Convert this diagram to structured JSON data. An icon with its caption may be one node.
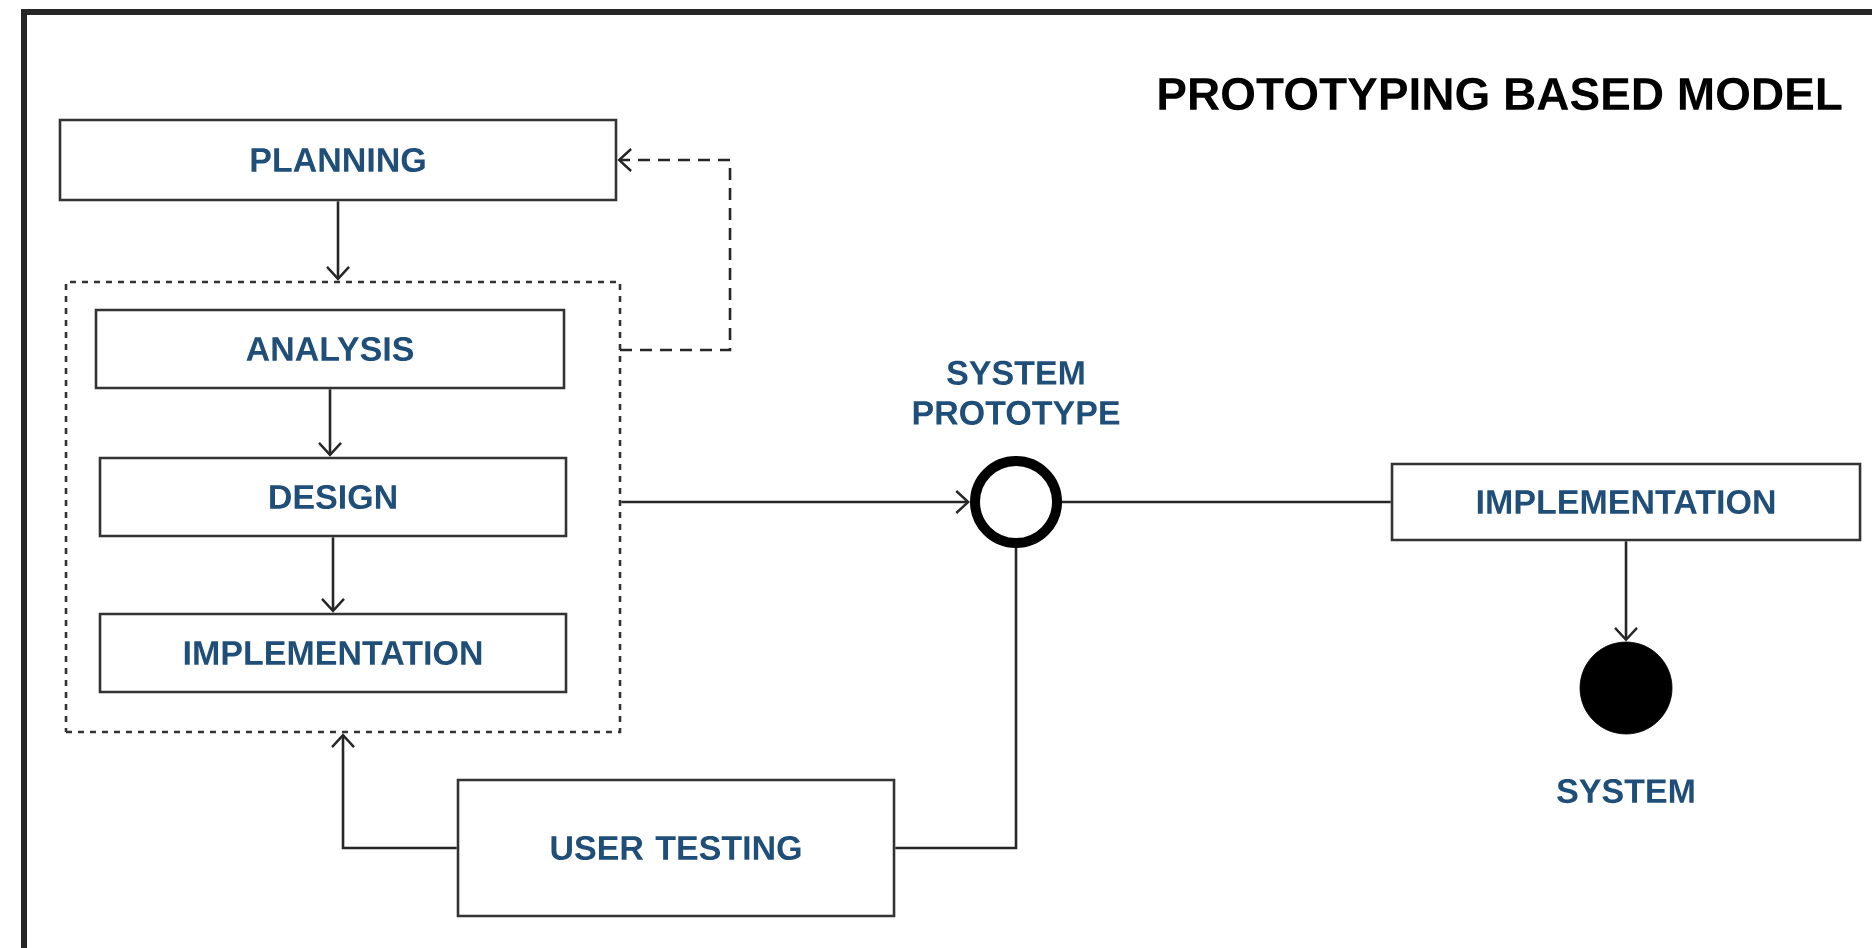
{
  "diagram": {
    "title": "PROTOTYPING BASED MODEL",
    "nodes": [
      {
        "text": [
          "PLANNING"
        ]
      },
      {
        "text": [],
        "shape": "box"
      },
      {
        "text": [
          "ANALYSIS"
        ],
        "in": 1
      },
      {
        "text": [
          "DESIGN"
        ],
        "in": 1
      },
      {
        "text": [
          "IMPLEMENTATION"
        ],
        "in": 1
      },
      {
        "text": [
          "SYSTEM PROTOTYPE"
        ]
      },
      {
        "text": [
          "IMPLEMENTATION"
        ]
      },
      {
        "text": [
          "SYSTEM"
        ]
      },
      {
        "text": [
          "USER TESTING"
        ]
      }
    ],
    "edges": [
      {
        "from": 0,
        "to": 1,
        "arrow": "to"
      },
      {
        "from": 1,
        "to": 0,
        "arrow": "to",
        "style": "dashed"
      },
      {
        "from": 2,
        "to": 3,
        "arrow": "to"
      },
      {
        "from": 3,
        "to": 4,
        "arrow": "to"
      },
      {
        "from": 1,
        "to": 5,
        "arrow": "to"
      },
      {
        "from": 5,
        "to": 6,
        "arrow": "none"
      },
      {
        "from": 6,
        "to": 7,
        "arrow": "to"
      },
      {
        "from": 5,
        "to": 8,
        "arrow": "none"
      },
      {
        "from": 8,
        "to": 1,
        "arrow": "to"
      }
    ]
  }
}
